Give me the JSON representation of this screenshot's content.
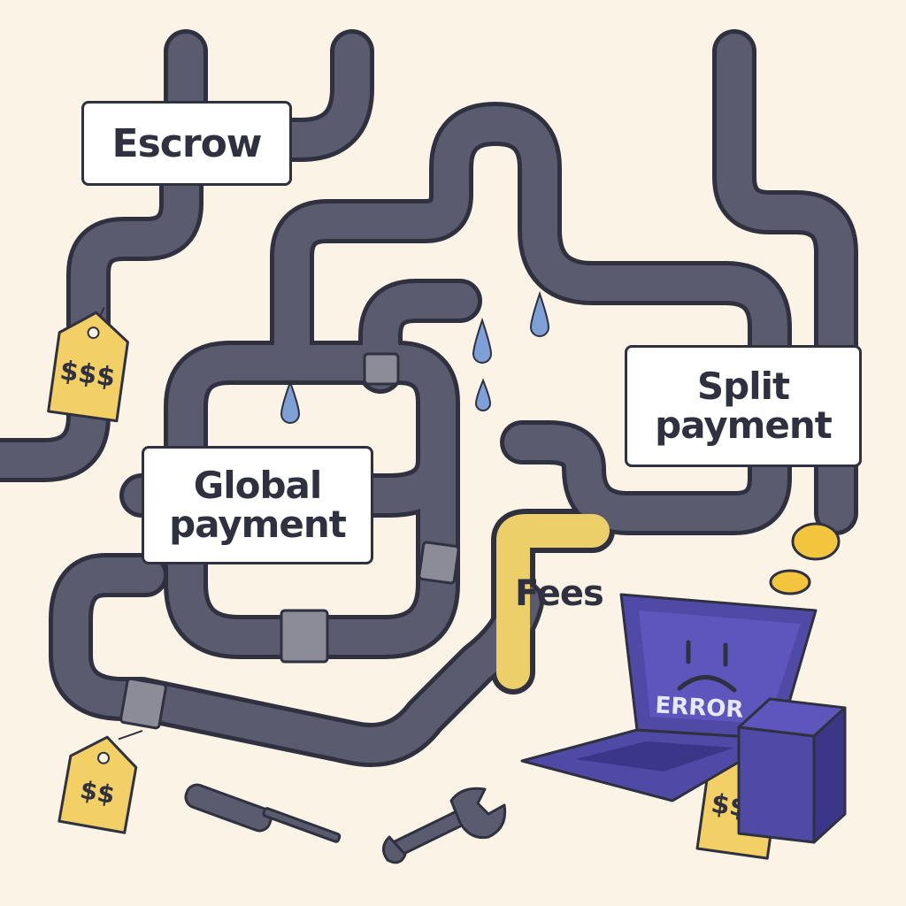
{
  "labels": {
    "escrow": "Escrow",
    "global_line1": "Global",
    "global_line2": "payment",
    "split_line1": "Split",
    "split_line2": "payment",
    "fees": "Fees"
  },
  "price_tags": {
    "top_left": "$$$",
    "bottom_left": "$$",
    "bottom_right": "$$$"
  },
  "laptop": {
    "screen_text": "ERROR",
    "face": "sad-face-icon"
  },
  "tools": [
    "screwdriver-icon",
    "wrench-icon"
  ],
  "colors": {
    "background": "#fbf4e6",
    "pipe": "#5b5b70",
    "pipe_outline": "#2f3140",
    "fees_pipe": "#edcf69",
    "tag": "#f2d066",
    "drop": "#7fa0d6",
    "laptop": "#4f4aa6",
    "coin": "#f2c53d"
  }
}
